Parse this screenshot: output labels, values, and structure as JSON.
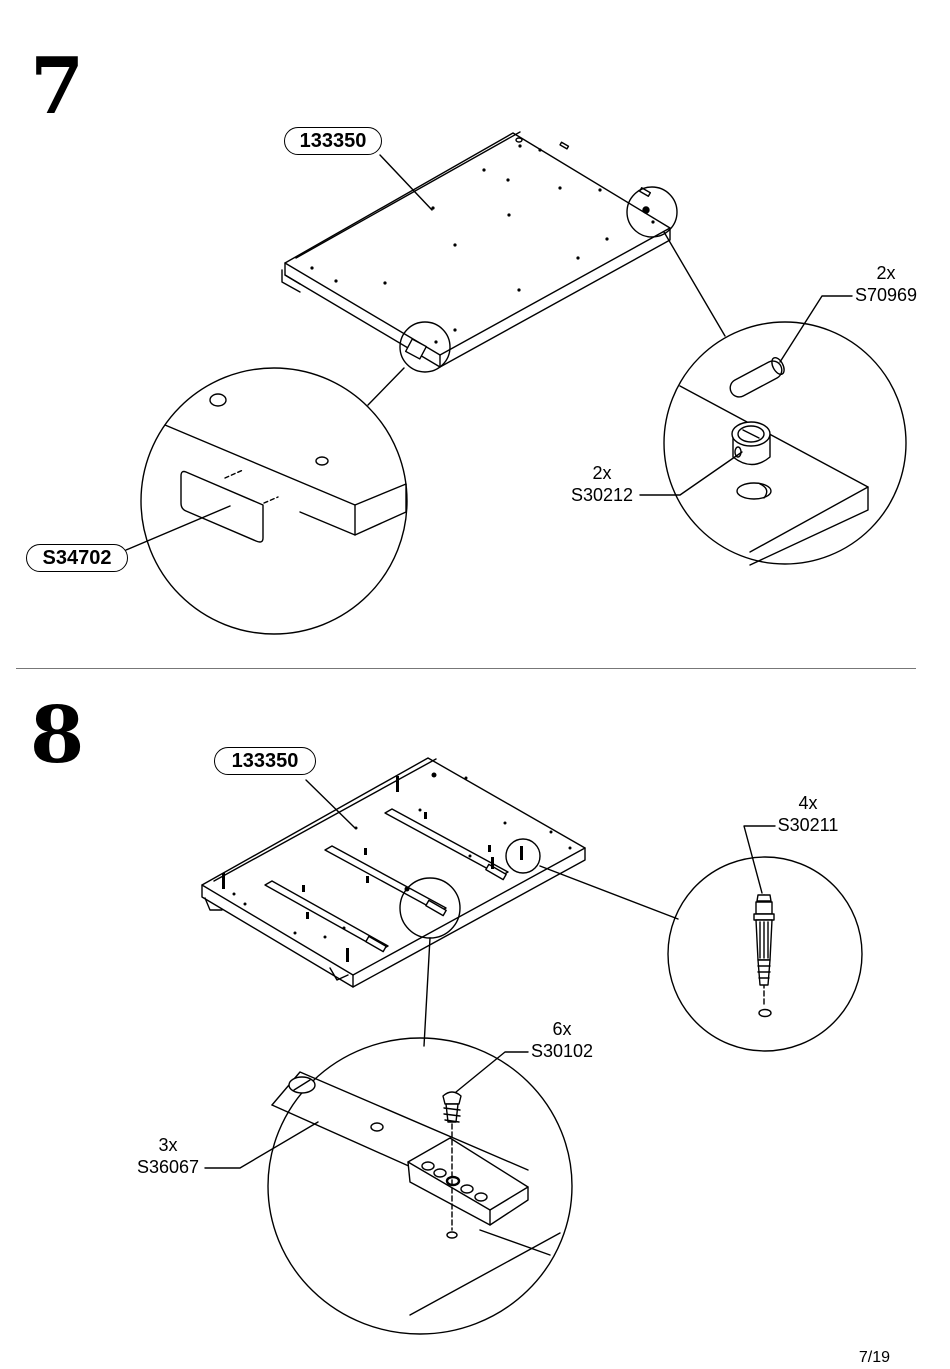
{
  "page": "7/19",
  "step7": {
    "number": "7",
    "panel_label": "133350",
    "callouts": [
      {
        "qty": "2x",
        "code": "S70969"
      },
      {
        "qty": "2x",
        "code": "S30212"
      }
    ],
    "pad_label": "S34702"
  },
  "step8": {
    "number": "8",
    "panel_label": "133350",
    "callouts": [
      {
        "qty": "4x",
        "code": "S30211"
      },
      {
        "qty": "6x",
        "code": "S30102"
      },
      {
        "qty": "3x",
        "code": "S36067"
      }
    ]
  }
}
